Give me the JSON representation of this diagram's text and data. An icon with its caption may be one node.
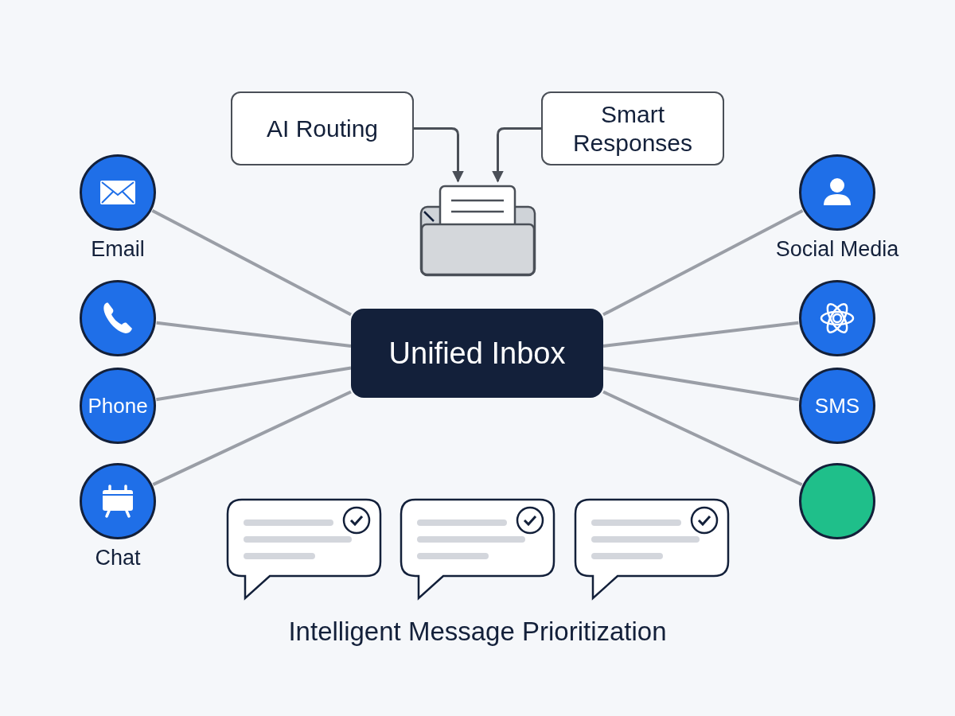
{
  "diagram": {
    "nodes": [
      {
        "text": [
          "AI Routing"
        ]
      },
      {
        "text": [
          "Smart Responses"
        ]
      },
      {
        "text": [
          "Email"
        ]
      },
      {
        "text": [],
        "shape": "picture"
      },
      {
        "text": [
          "Social Media"
        ]
      },
      {
        "text": [],
        "shape": "circle"
      },
      {
        "text": [
          "Unified Inbox"
        ]
      },
      {
        "text": [],
        "shape": "circle"
      },
      {
        "text": [
          "Phone"
        ]
      },
      {
        "text": [
          "SMS"
        ]
      },
      {
        "text": [
          "Chat"
        ]
      },
      {
        "text": [],
        "shape": "circle"
      }
    ],
    "edges": [
      {
        "from": 0,
        "to": 3,
        "arrow": "to"
      },
      {
        "from": 1,
        "to": 3,
        "arrow": "to"
      },
      {
        "from": 2,
        "to": 6,
        "arrow": "none"
      },
      {
        "from": 5,
        "to": 6,
        "arrow": "none"
      },
      {
        "from": 8,
        "to": 6,
        "arrow": "none"
      },
      {
        "from": 10,
        "to": 6,
        "arrow": "none"
      },
      {
        "from": 4,
        "to": 6,
        "arrow": "none"
      },
      {
        "from": 7,
        "to": 6,
        "arrow": "none"
      },
      {
        "from": 9,
        "to": 6,
        "arrow": "none"
      },
      {
        "from": 11,
        "to": 6,
        "arrow": "none"
      }
    ],
    "labels": [
      "Intelligent Message Prioritization"
    ]
  }
}
